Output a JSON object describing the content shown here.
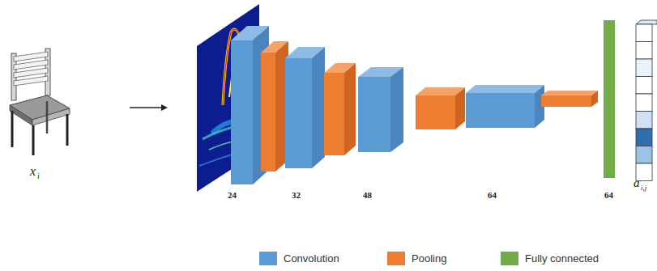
{
  "diagram": {
    "labels": [
      "x",
      "i",
      "24",
      "32",
      "48",
      "64",
      "64",
      "a",
      "i,j"
    ],
    "legend": [
      {
        "text": "Convolution",
        "color": "#5b9bd5"
      },
      {
        "text": "Pooling",
        "color": "#ed7d31"
      },
      {
        "text": "Fully connected",
        "color": "#70ad47"
      }
    ]
  }
}
